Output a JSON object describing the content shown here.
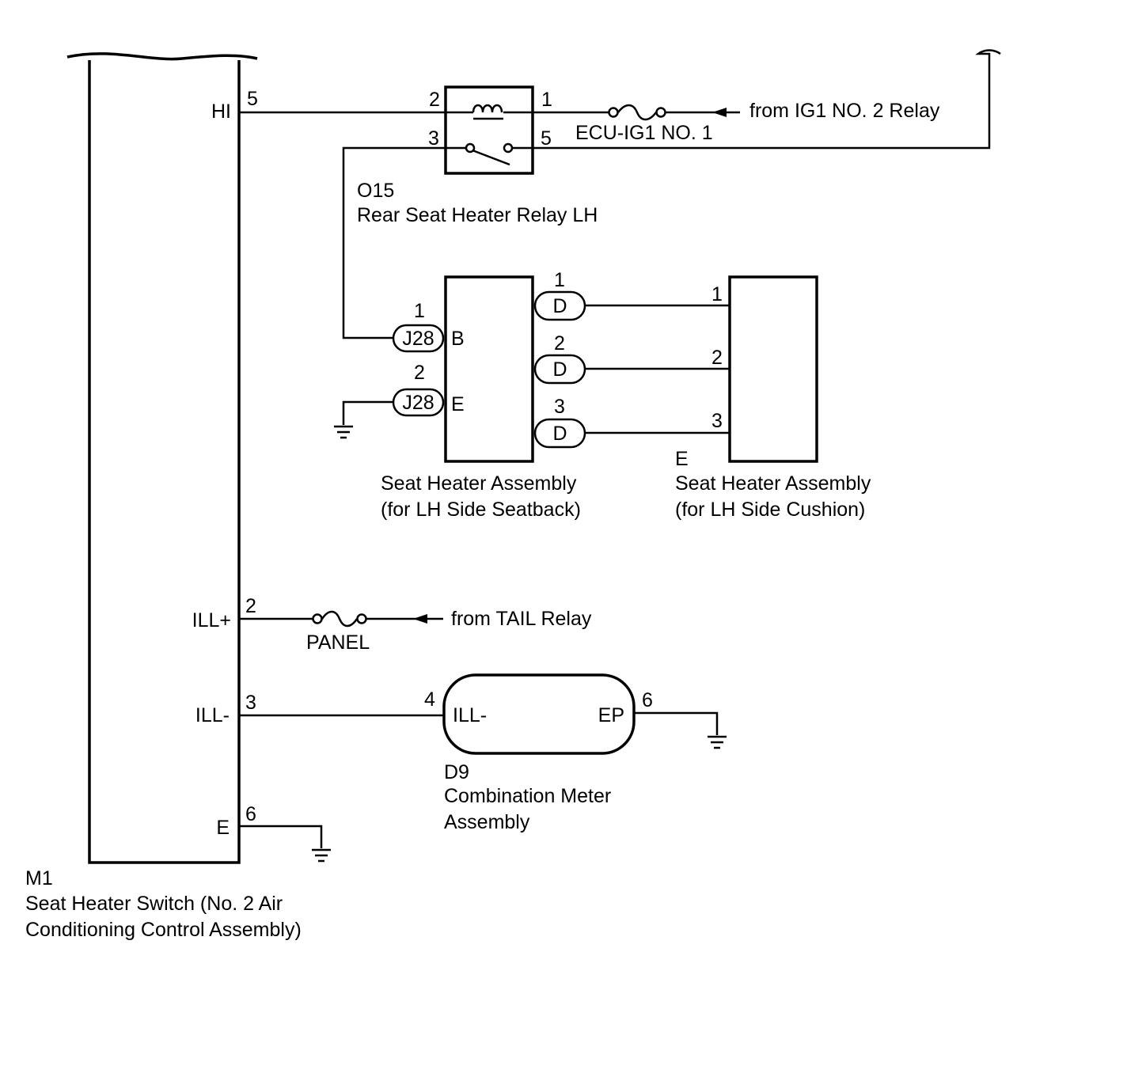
{
  "switch": {
    "code": "M1",
    "name_line1": "Seat Heater Switch (No. 2 Air",
    "name_line2": "Conditioning Control Assembly)",
    "pins": [
      {
        "label": "HI",
        "pin": "5"
      },
      {
        "label": "ILL+",
        "pin": "2"
      },
      {
        "label": "ILL-",
        "pin": "3"
      },
      {
        "label": "E",
        "pin": "6"
      }
    ]
  },
  "relay": {
    "code": "O15",
    "name": "Rear Seat Heater Relay LH",
    "pins": {
      "coil_in": "2",
      "coil_out": "1",
      "switch_in": "3",
      "switch_out": "5"
    }
  },
  "fuses": {
    "ecu_ig1": "ECU-IG1 NO. 1",
    "panel": "PANEL"
  },
  "sources": {
    "ig1": "from IG1 NO. 2 Relay",
    "tail": "from TAIL Relay"
  },
  "seatback": {
    "name_line1": "Seat Heater Assembly",
    "name_line2": "(for LH Side Seatback)",
    "in_connectors": [
      {
        "connector": "J28",
        "pin": "1",
        "terminal": "B"
      },
      {
        "connector": "J28",
        "pin": "2",
        "terminal": "E"
      }
    ],
    "out_connectors": [
      {
        "connector": "D",
        "pin": "1"
      },
      {
        "connector": "D",
        "pin": "2"
      },
      {
        "connector": "D",
        "pin": "3"
      }
    ]
  },
  "cushion": {
    "code": "E",
    "name_line1": "Seat Heater Assembly",
    "name_line2": "(for LH Side Cushion)",
    "pins": [
      "1",
      "2",
      "3"
    ]
  },
  "meter": {
    "code": "D9",
    "name_line1": "Combination Meter",
    "name_line2": "Assembly",
    "in_label": "ILL-",
    "in_pin": "4",
    "out_label": "EP",
    "out_pin": "6"
  }
}
